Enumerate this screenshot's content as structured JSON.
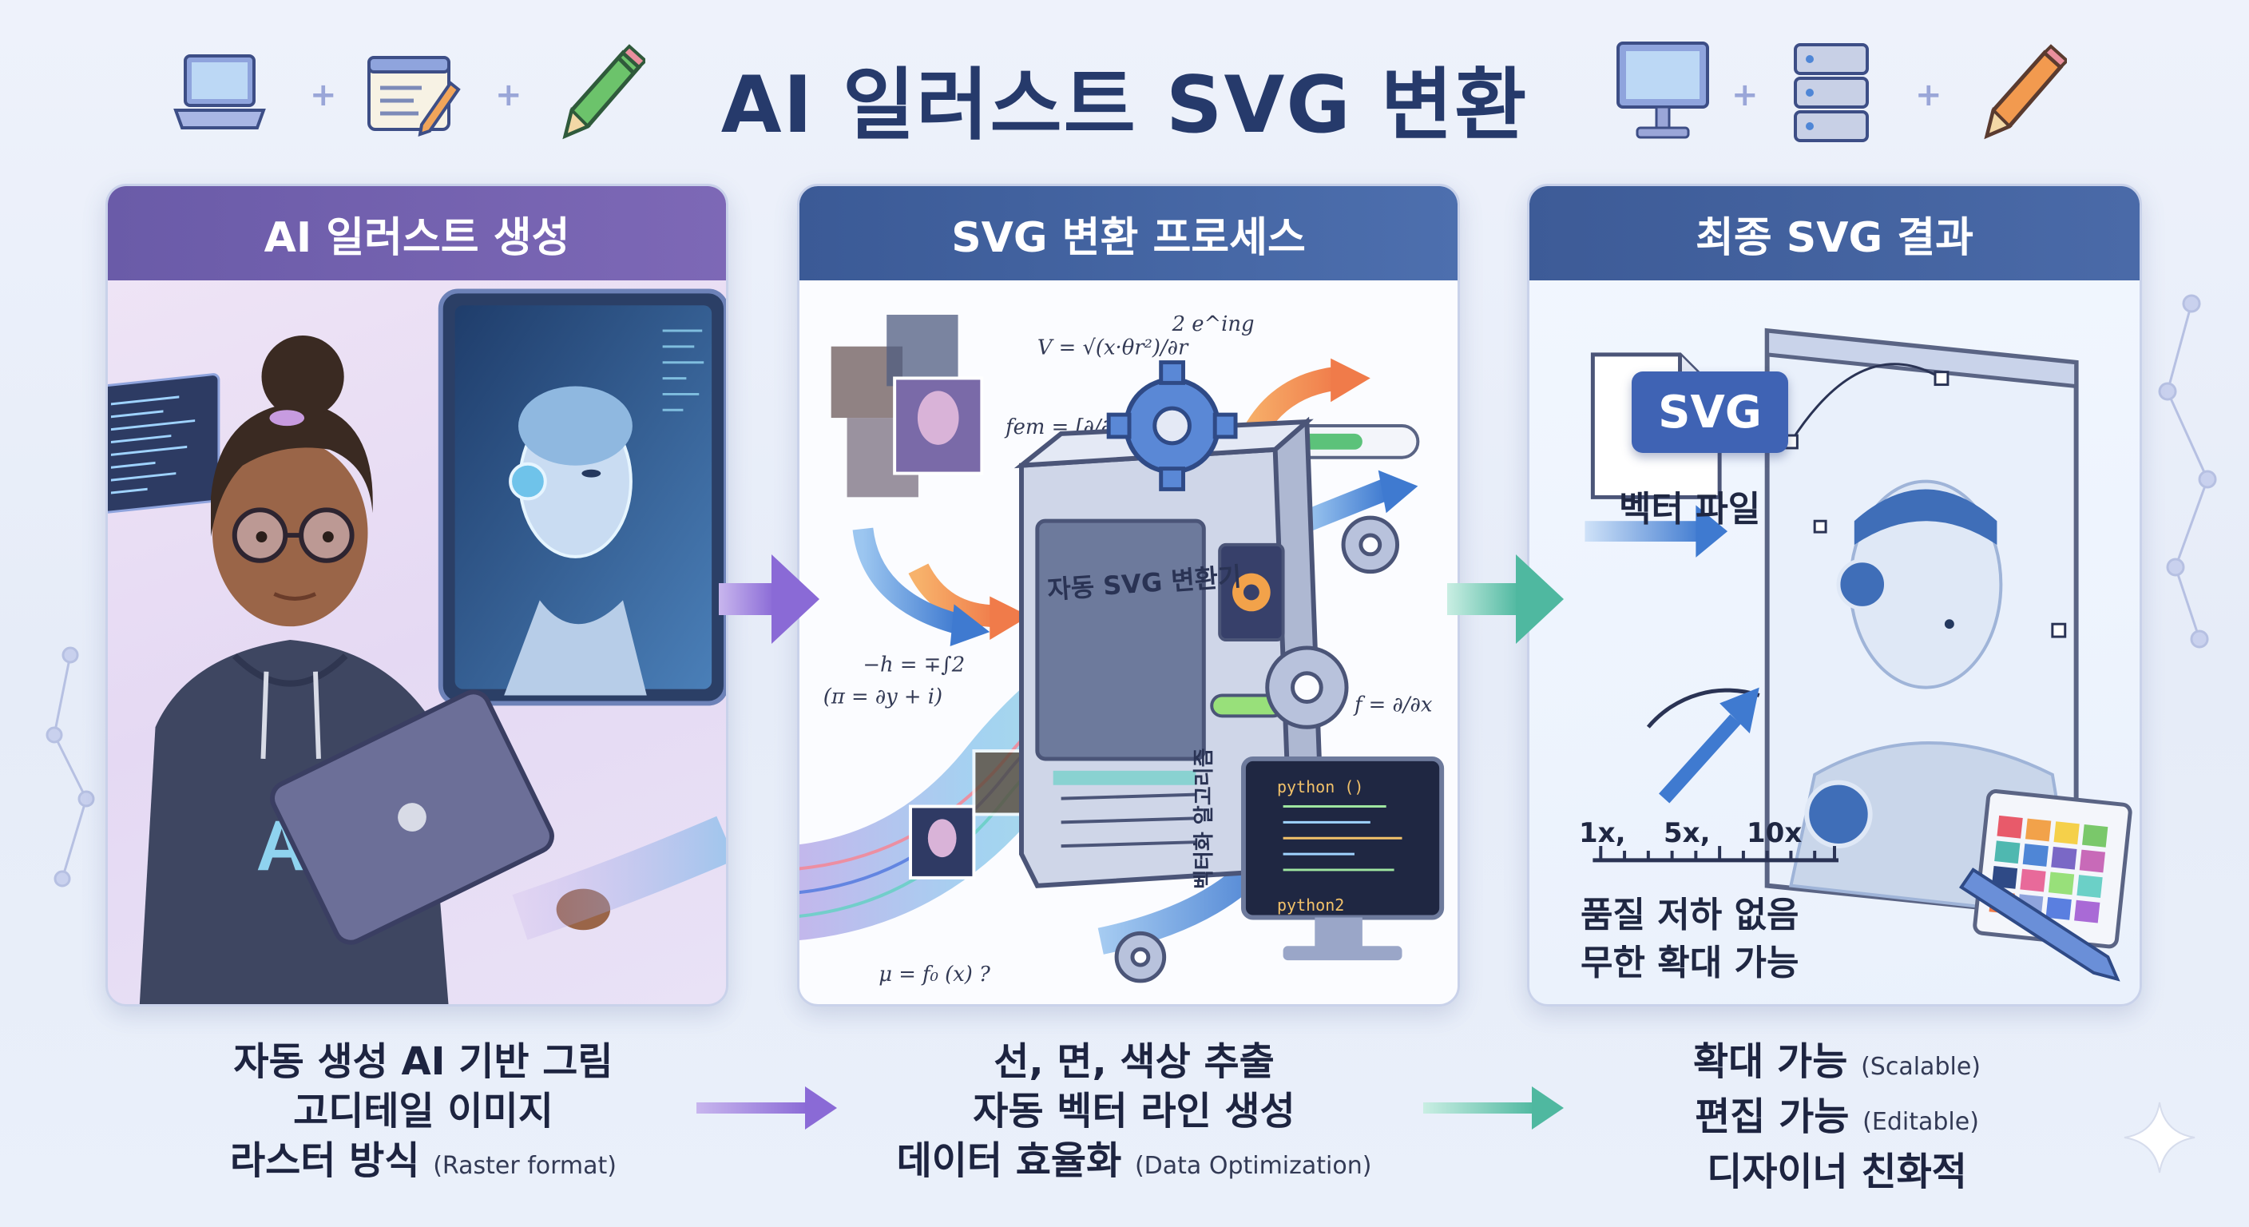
{
  "title": "AI 일러스트 SVG 변환",
  "icons": [
    "laptop-icon",
    "browser-edit-icon",
    "pencil-icon",
    "monitor-icon",
    "server-icon",
    "pencil-icon"
  ],
  "colors": {
    "panel1_header": "#6a5ba8",
    "panel2_header": "#3b5a96",
    "panel3_header": "#3d5b97",
    "title": "#263a6b",
    "accent_orange": "#f28a4a",
    "accent_blue": "#4f86d6",
    "accent_teal": "#4fb8b0"
  },
  "panels": [
    {
      "heading": "AI 일러스트 생성",
      "caption_lines": [
        {
          "main": "자동 생성 AI 기반 그림",
          "sub": ""
        },
        {
          "main": "고디테일 이미지",
          "sub": ""
        },
        {
          "main": "라스터 방식",
          "sub": "(Raster format)"
        }
      ],
      "art": {
        "hoodie_text": "AI"
      }
    },
    {
      "heading": "SVG 변환 프로세스",
      "caption_lines": [
        {
          "main": "선, 면, 색상 추출",
          "sub": ""
        },
        {
          "main": "자동 벡터 라인 생성",
          "sub": ""
        },
        {
          "main": "데이터 효율화",
          "sub": "(Data Optimization)"
        }
      ],
      "art": {
        "machine_label": "자동 SVG 변환기",
        "algorithm_label": "벡터화 알고리즘",
        "code_lines": [
          "python ()",
          "python2"
        ]
      }
    },
    {
      "heading": "최종 SVG 결과",
      "caption_lines": [
        {
          "main": "확대 가능",
          "sub": "(Scalable)"
        },
        {
          "main": "편집 가능",
          "sub": "(Editable)"
        },
        {
          "main": "디자이너 친화적",
          "sub": ""
        }
      ],
      "art": {
        "svg_badge": "SVG",
        "file_label": "벡터 파일",
        "zoom_levels": [
          "1x,",
          "5x,",
          "10x"
        ],
        "quality_lines": [
          "품질 저하 없음",
          "무한 확대 가능"
        ]
      }
    }
  ]
}
